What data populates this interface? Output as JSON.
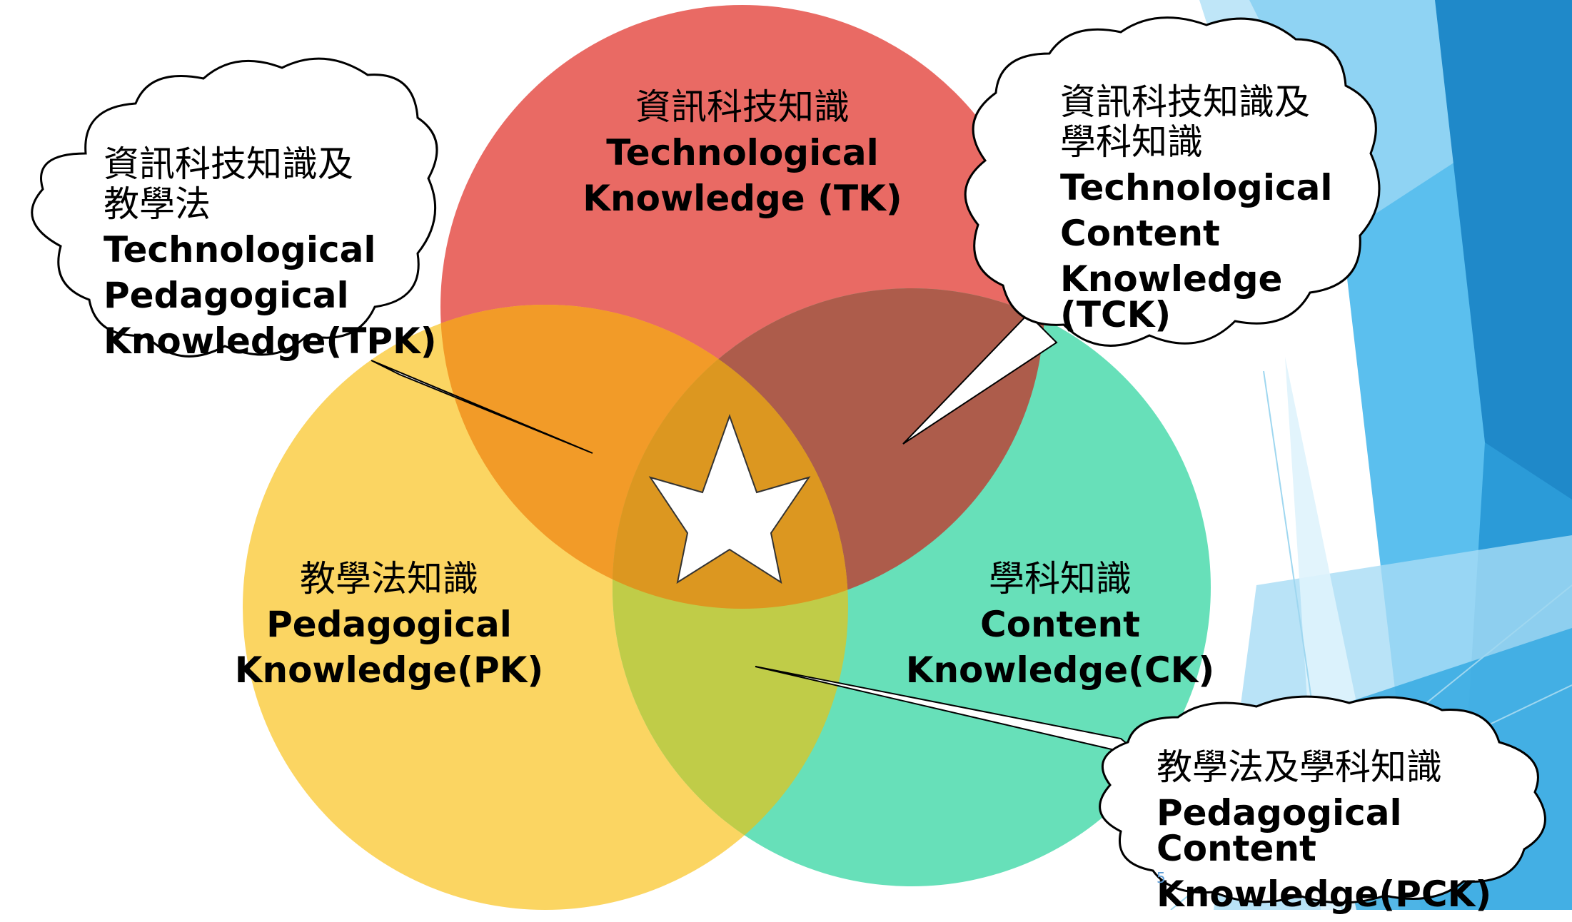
{
  "circles": {
    "tk": {
      "zh": "資訊科技知識",
      "en": [
        "Technological",
        "Knowledge (TK)"
      ],
      "color": "#e8625c"
    },
    "pk": {
      "zh": "教學法知識",
      "en": [
        "Pedagogical",
        "Knowledge(PK)"
      ],
      "color": "#fbd35a"
    },
    "ck": {
      "zh": "學科知識",
      "en": [
        "Content",
        "Knowledge(CK)"
      ],
      "color": "#5fdeb5"
    }
  },
  "callouts": {
    "tpk": {
      "zh": [
        "資訊科技知識及",
        "教學法"
      ],
      "en": [
        "Technological",
        "Pedagogical",
        "Knowledge(TPK)"
      ]
    },
    "tck": {
      "zh": [
        "資訊科技知識及",
        "學科知識"
      ],
      "en": [
        "Technological",
        "Content",
        "Knowledge (TCK)"
      ]
    },
    "pck": {
      "zh": [
        "教學法及學科知識"
      ],
      "en": [
        "Pedagogical Content",
        "Knowledge(PCK)"
      ]
    }
  },
  "center_icon": "star-icon",
  "slide_number": "5",
  "colors": {
    "tk_pk_overlap": "#f29b28",
    "tk_ck_overlap": "#ad5c4b",
    "pk_ck_overlap": "#c0cc48",
    "center_overlap": "#dc9720",
    "background_accent": "#29a3dc"
  }
}
